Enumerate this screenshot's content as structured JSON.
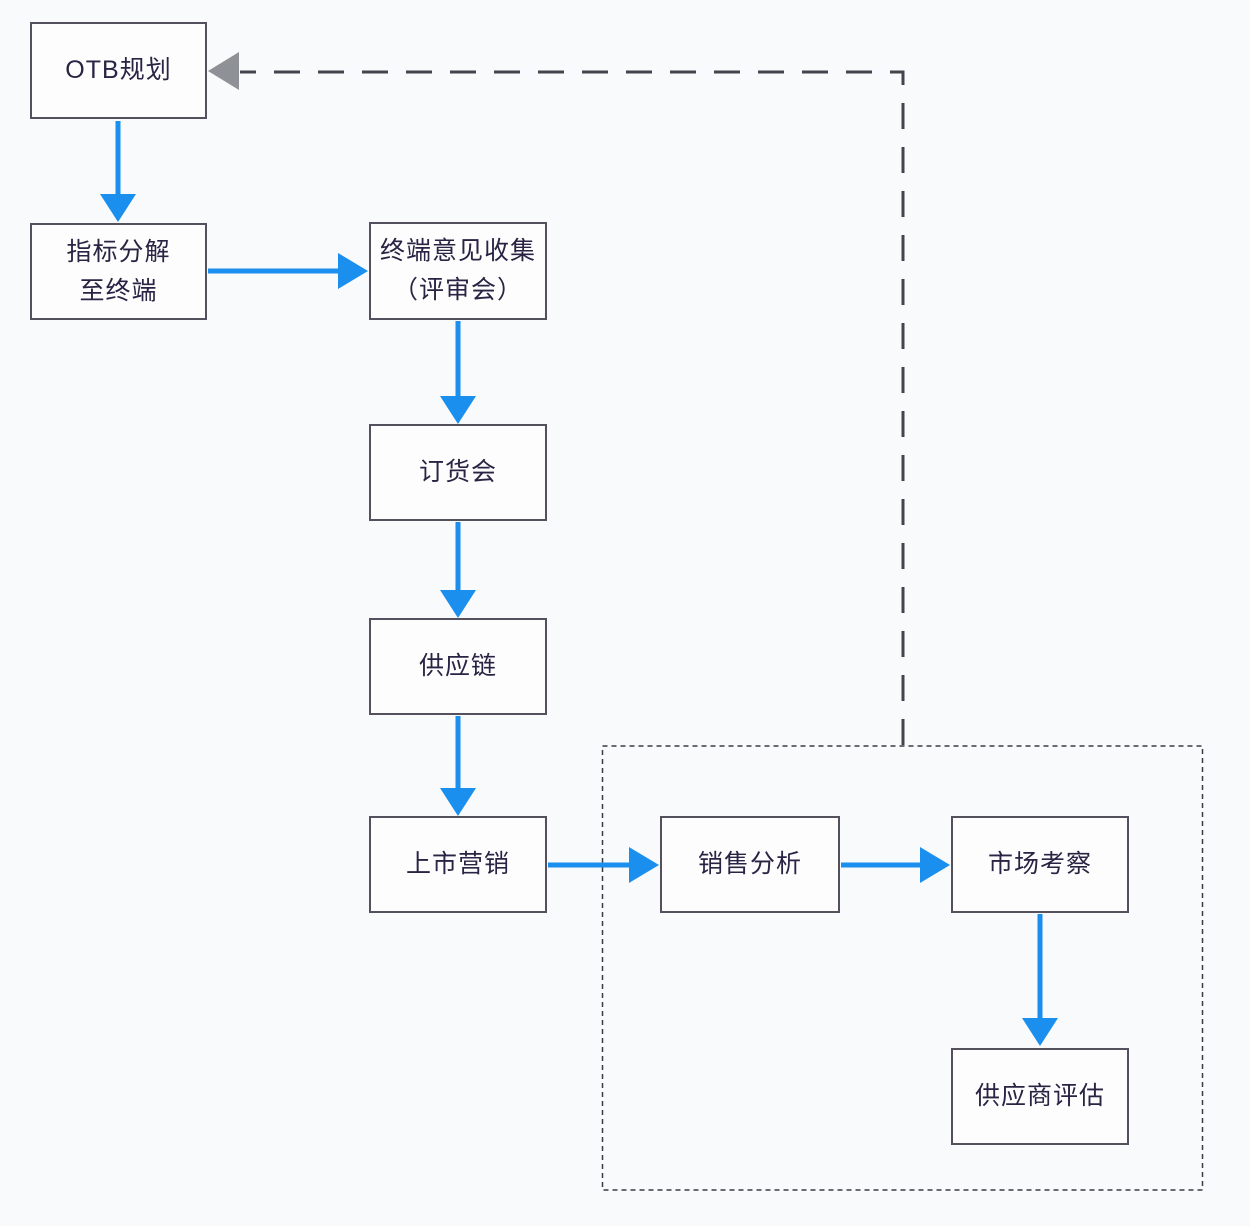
{
  "nodes": [
    {
      "id": "otb-planning",
      "lines": [
        "OTB规划"
      ]
    },
    {
      "id": "target-decomposition",
      "lines": [
        "指标分解",
        "至终端"
      ]
    },
    {
      "id": "terminal-opinion-collection",
      "lines": [
        "终端意见收集",
        "（评审会）"
      ]
    },
    {
      "id": "order-meeting",
      "lines": [
        "订货会"
      ]
    },
    {
      "id": "supply-chain",
      "lines": [
        "供应链"
      ]
    },
    {
      "id": "launch-marketing",
      "lines": [
        "上市营销"
      ]
    },
    {
      "id": "sales-analysis",
      "lines": [
        "销售分析"
      ]
    },
    {
      "id": "market-research",
      "lines": [
        "市场考察"
      ]
    },
    {
      "id": "supplier-evaluation",
      "lines": [
        "供应商评估"
      ]
    }
  ],
  "edges": [
    {
      "from": "otb-planning",
      "to": "target-decomposition",
      "style": "solid-blue"
    },
    {
      "from": "target-decomposition",
      "to": "terminal-opinion-collection",
      "style": "solid-blue"
    },
    {
      "from": "terminal-opinion-collection",
      "to": "order-meeting",
      "style": "solid-blue"
    },
    {
      "from": "order-meeting",
      "to": "supply-chain",
      "style": "solid-blue"
    },
    {
      "from": "supply-chain",
      "to": "launch-marketing",
      "style": "solid-blue"
    },
    {
      "from": "launch-marketing",
      "to": "sales-analysis",
      "style": "solid-blue"
    },
    {
      "from": "sales-analysis",
      "to": "market-research",
      "style": "solid-blue"
    },
    {
      "from": "market-research",
      "to": "supplier-evaluation",
      "style": "solid-blue"
    },
    {
      "from": "feedback-region",
      "to": "otb-planning",
      "style": "dashed-gray"
    }
  ],
  "region": {
    "id": "feedback-region",
    "contains": [
      "sales-analysis",
      "market-research",
      "supplier-evaluation"
    ]
  },
  "colors": {
    "background": "#f9fafb",
    "box_fill": "#fdfdfe",
    "box_border": "#55505e",
    "text": "#2a2343",
    "arrow_blue": "#1b8fee",
    "feedback_arrow_gray": "#8e9297",
    "dashed_line_gray": "#45434e",
    "region_border": "#3a3a44"
  }
}
